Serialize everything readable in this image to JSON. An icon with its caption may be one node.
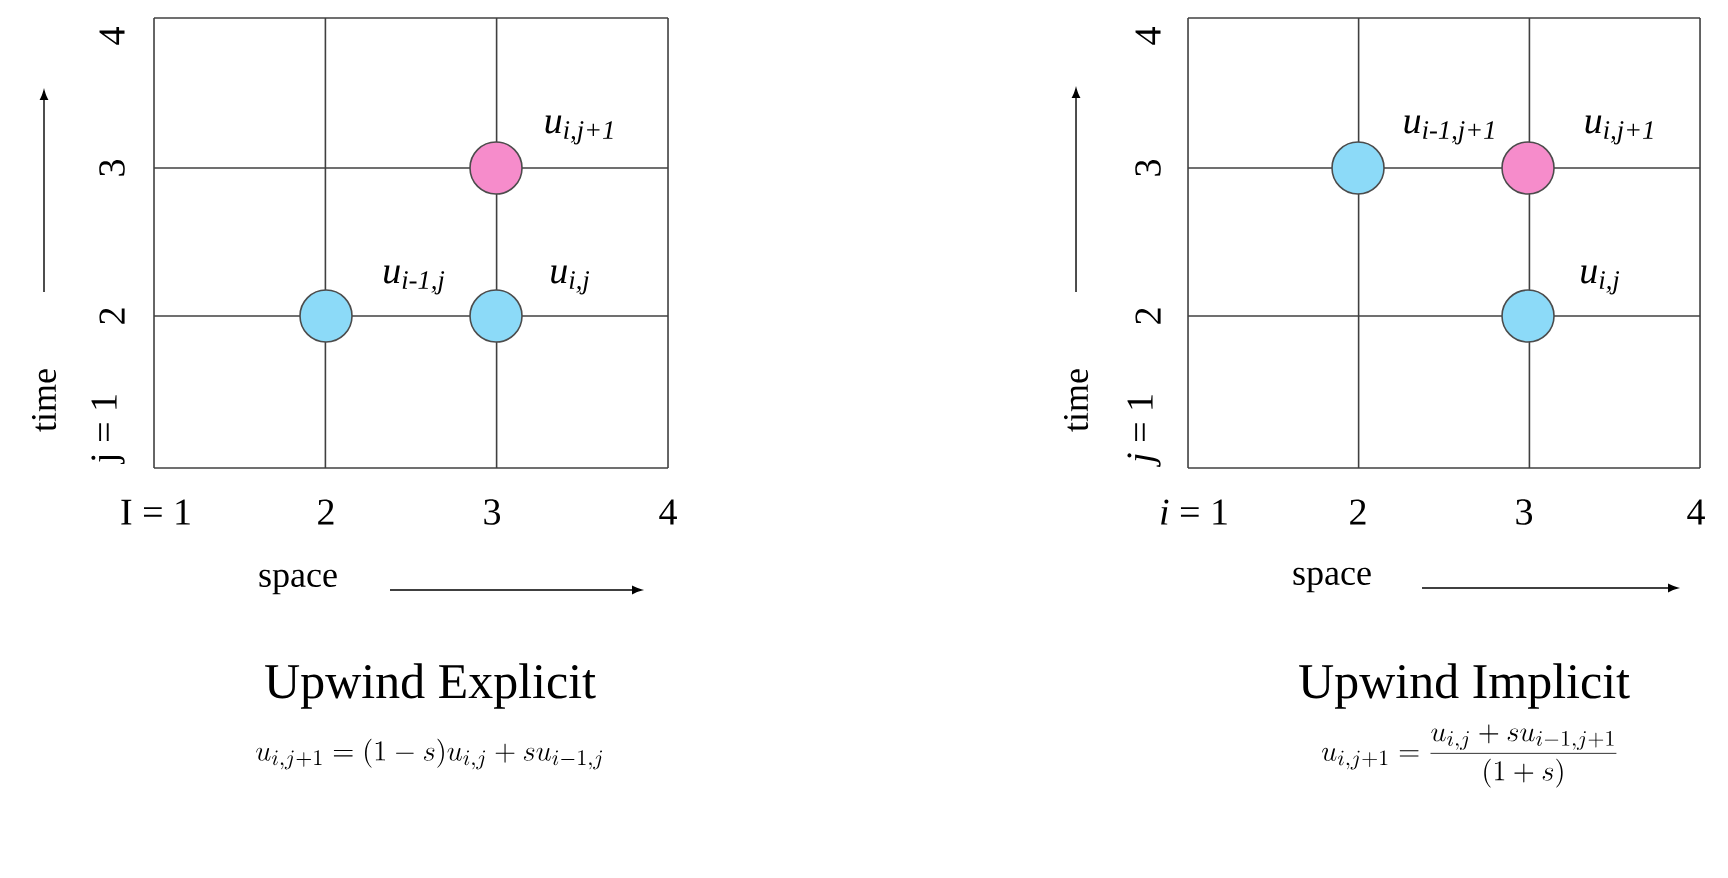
{
  "diagram": {
    "nodes": [
      {
        "text": [],
        "shape": "circle",
        "beside": [
          "u$_{i-1,j}$"
        ]
      },
      {
        "text": [],
        "shape": "circle",
        "beside": [
          "u$_{i,j}$"
        ]
      },
      {
        "text": [],
        "shape": "circle",
        "beside": [
          "u$_{i,j+1}$"
        ]
      },
      {
        "text": [],
        "shape": "circle",
        "beside": [
          "u$_{i-1,j+1}$"
        ]
      },
      {
        "text": [],
        "shape": "circle",
        "beside": [
          "u$_{i,j+1}$"
        ]
      },
      {
        "text": [],
        "shape": "circle",
        "beside": [
          "u$_{i,j}$"
        ]
      }
    ],
    "edges": [],
    "labels": [
      "4",
      "3",
      "2",
      "j = 1",
      "time",
      "I = 1",
      "2",
      "3",
      "4",
      "space",
      "Upwind Explicit",
      "u_{i,j+1} = (1-s)u_{i,j} + su_{i-1,j}",
      "4",
      "3",
      "2",
      "*j* = 1",
      "time",
      "*i* = 1",
      "2",
      "3",
      "4",
      "space",
      "Upwind Implicit",
      "u_{i,j+1} = \\frac{u_{i,j} + su_{i-1,j+1}}{(1+s)}"
    ]
  }
}
